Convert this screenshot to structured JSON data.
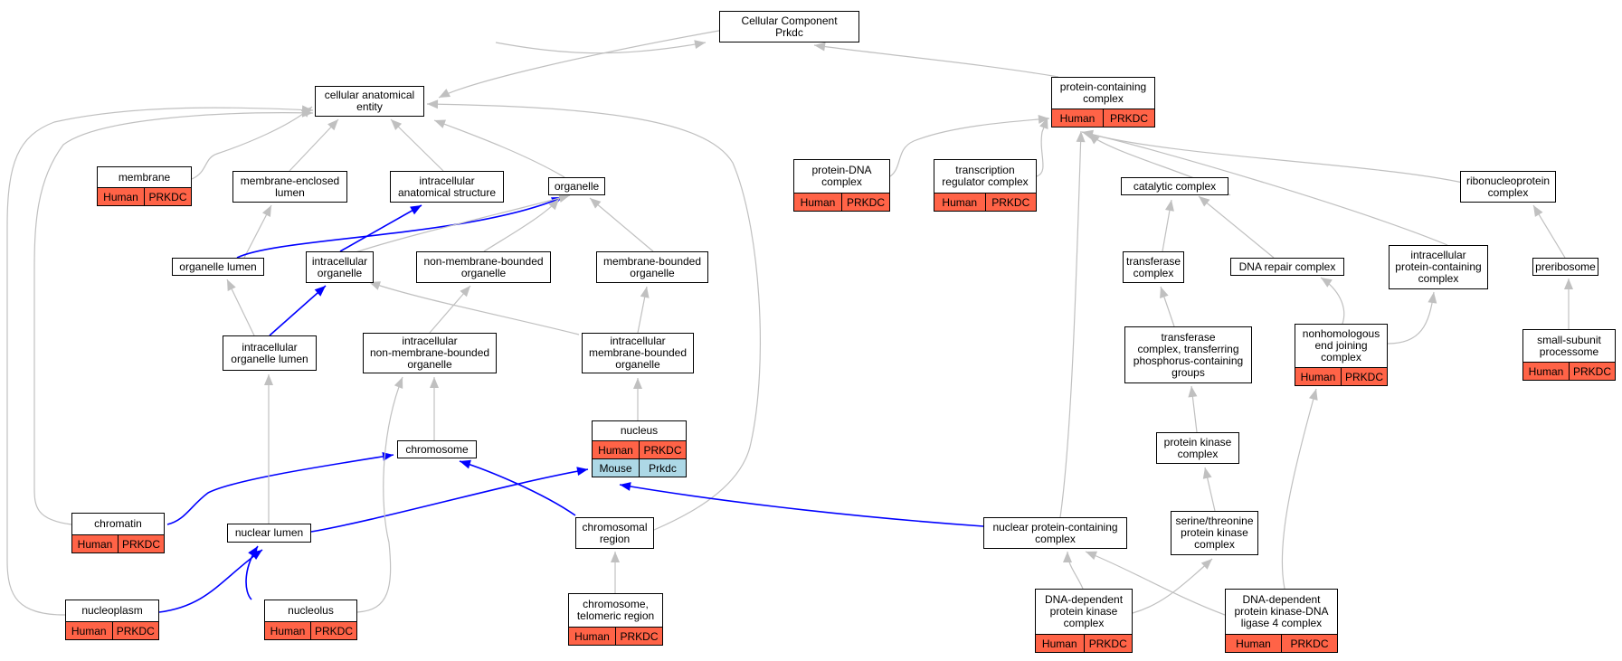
{
  "colors": {
    "human_annotation": "#ff6347",
    "mouse_annotation": "#add8e6",
    "edge_default": "#c0c0c0",
    "edge_highlight": "#0000ff",
    "node_border": "#000000"
  },
  "nodes": {
    "root": {
      "label": "Cellular Component\nPrkdc",
      "annotations": []
    },
    "cae": {
      "label": "cellular anatomical\nentity",
      "annotations": []
    },
    "pcc": {
      "label": "protein-containing\ncomplex",
      "annotations": [
        [
          "Human",
          "PRKDC"
        ]
      ]
    },
    "membrane": {
      "label": "membrane",
      "annotations": [
        [
          "Human",
          "PRKDC"
        ]
      ]
    },
    "mel": {
      "label": "membrane-enclosed\nlumen",
      "annotations": []
    },
    "ias": {
      "label": "intracellular\nanatomical structure",
      "annotations": []
    },
    "organelle": {
      "label": "organelle",
      "annotations": []
    },
    "pdna": {
      "label": "protein-DNA\ncomplex",
      "annotations": [
        [
          "Human",
          "PRKDC"
        ]
      ]
    },
    "trc": {
      "label": "transcription\nregulator complex",
      "annotations": [
        [
          "Human",
          "PRKDC"
        ]
      ]
    },
    "catalytic": {
      "label": "catalytic complex",
      "annotations": []
    },
    "rnp": {
      "label": "ribonucleoprotein\ncomplex",
      "annotations": []
    },
    "orgl": {
      "label": "organelle lumen",
      "annotations": []
    },
    "io": {
      "label": "intracellular\norganelle",
      "annotations": []
    },
    "nmbo": {
      "label": "non-membrane-bounded\norganelle",
      "annotations": []
    },
    "mbo": {
      "label": "membrane-bounded\norganelle",
      "annotations": []
    },
    "transferase": {
      "label": "transferase\ncomplex",
      "annotations": []
    },
    "dnarepair": {
      "label": "DNA repair complex",
      "annotations": []
    },
    "ipcc": {
      "label": "intracellular\nprotein-containing\ncomplex",
      "annotations": []
    },
    "preribosome": {
      "label": "preribosome",
      "annotations": []
    },
    "iol": {
      "label": "intracellular\norganelle lumen",
      "annotations": []
    },
    "inmbo": {
      "label": "intracellular\nnon-membrane-bounded\norganelle",
      "annotations": []
    },
    "imbo": {
      "label": "intracellular\nmembrane-bounded\norganelle",
      "annotations": []
    },
    "tcpp": {
      "label": "transferase\ncomplex, transferring\nphosphorus-containing\ngroups",
      "annotations": []
    },
    "nhej": {
      "label": "nonhomologous\nend joining\ncomplex",
      "annotations": [
        [
          "Human",
          "PRKDC"
        ]
      ]
    },
    "ssp": {
      "label": "small-subunit\nprocessome",
      "annotations": [
        [
          "Human",
          "PRKDC"
        ]
      ]
    },
    "nucleus": {
      "label": "nucleus",
      "annotations": [
        [
          "Human",
          "PRKDC"
        ],
        [
          "Mouse",
          "Prkdc"
        ]
      ]
    },
    "chromosome": {
      "label": "chromosome",
      "annotations": []
    },
    "pkc": {
      "label": "protein kinase\ncomplex",
      "annotations": []
    },
    "chromatin": {
      "label": "chromatin",
      "annotations": [
        [
          "Human",
          "PRKDC"
        ]
      ]
    },
    "nuclumen": {
      "label": "nuclear lumen",
      "annotations": []
    },
    "chromreg": {
      "label": "chromosomal\nregion",
      "annotations": []
    },
    "npcc": {
      "label": "nuclear protein-containing\ncomplex",
      "annotations": []
    },
    "stpk": {
      "label": "serine/threonine\nprotein kinase\ncomplex",
      "annotations": []
    },
    "nucleoplasm": {
      "label": "nucleoplasm",
      "annotations": [
        [
          "Human",
          "PRKDC"
        ]
      ]
    },
    "nucleolus": {
      "label": "nucleolus",
      "annotations": [
        [
          "Human",
          "PRKDC"
        ]
      ]
    },
    "telomeric": {
      "label": "chromosome,\ntelomeric region",
      "annotations": [
        [
          "Human",
          "PRKDC"
        ]
      ]
    },
    "dnapk": {
      "label": "DNA-dependent\nprotein kinase\ncomplex",
      "annotations": [
        [
          "Human",
          "PRKDC"
        ]
      ]
    },
    "dnapkl4": {
      "label": "DNA-dependent\nprotein kinase-DNA\nligase 4 complex",
      "annotations": [
        [
          "Human",
          "PRKDC"
        ]
      ]
    }
  }
}
